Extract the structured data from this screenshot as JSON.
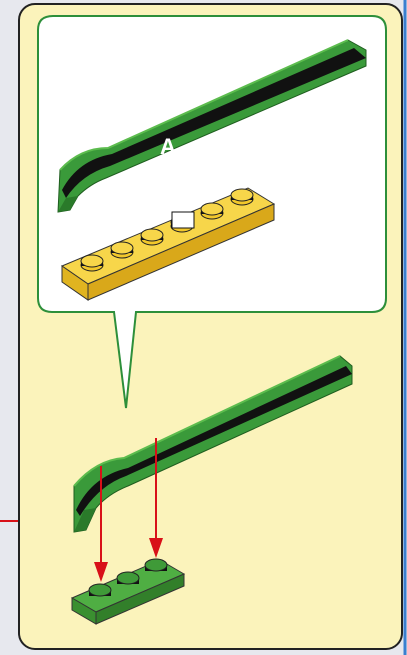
{
  "panel": {
    "label": "A",
    "background": "#fbf3bb",
    "outline": "#222222"
  },
  "callout": {
    "background": "#ffffff",
    "border": "#2d8f3a"
  },
  "parts": {
    "tile_slope": {
      "name": "green-curved-slope-icon",
      "color": "#3a9a3a",
      "stripe": "#111111"
    },
    "yellow_plate": {
      "name": "yellow-plate-1x6-icon",
      "color": "#f2c82b",
      "studs": 6
    },
    "green_plate": {
      "name": "green-plate-1x3-icon",
      "color": "#3f9a38",
      "studs": 3
    }
  },
  "arrows": {
    "color": "#d81018"
  }
}
